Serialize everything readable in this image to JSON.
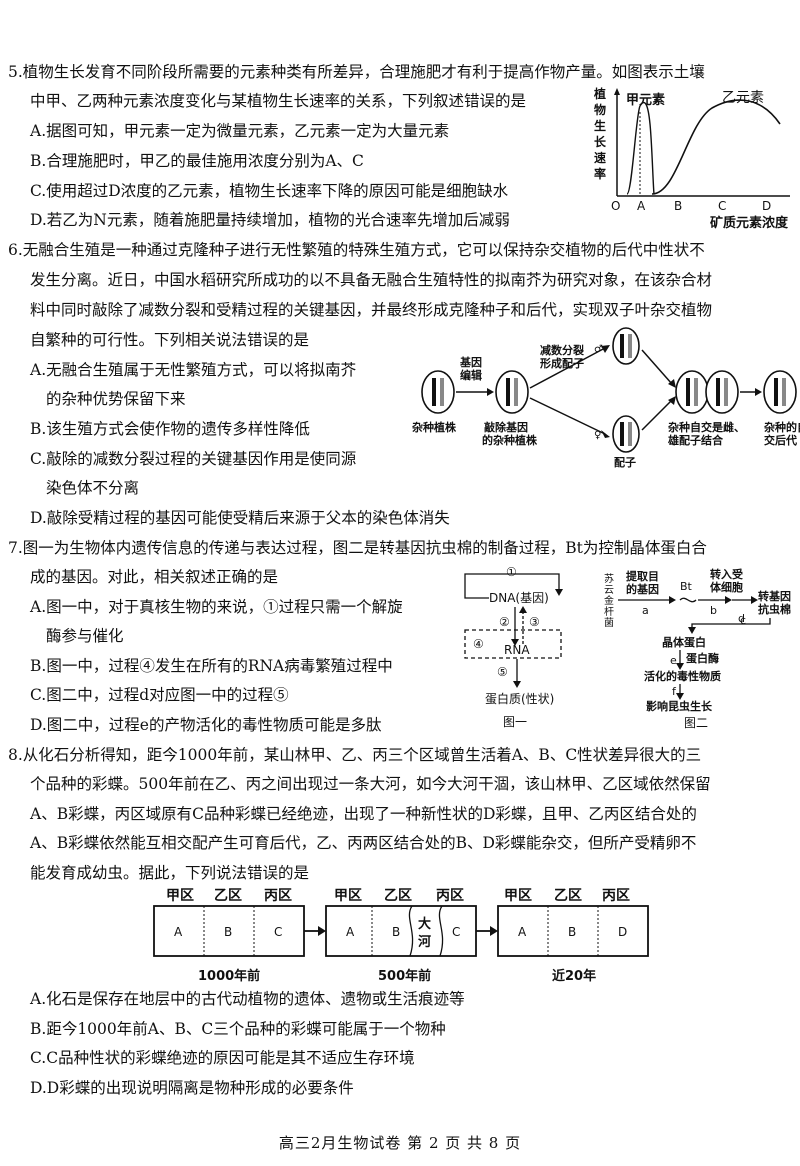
{
  "q5": {
    "l1": "5.植物生长发育不同阶段所需要的元素种类有所差异，合理施肥才有利于提高作物产量。如图表示土壤",
    "l2": "中甲、乙两种元素浓度变化与某植物生长速率的关系，下列叙述错误的是",
    "A": "A.据图可知，甲元素一定为微量元素，乙元素一定为大量元素",
    "B": "B.合理施肥时，甲乙的最佳施用浓度分别为A、C",
    "C": "C.使用超过D浓度的乙元素，植物生长速率下降的原因可能是细胞缺水",
    "D": "D.若乙为N元素，随着施肥量持续增加，植物的光合速率先增加后减弱",
    "chart": {
      "ylabel": "植物生长速率",
      "xlabel": "矿质元素浓度",
      "series_jia": "甲元素",
      "series_yi": "乙元素",
      "ticks": [
        "O",
        "A",
        "B",
        "C",
        "D"
      ]
    }
  },
  "q6": {
    "l1": "6.无融合生殖是一种通过克隆种子进行无性繁殖的特殊生殖方式，它可以保持杂交植物的后代中性状不",
    "l2": "发生分离。近日，中国水稻研究所成功的以不具备无融合生殖特性的拟南芥为研究对象，在该杂合材",
    "l3": "料中同时敲除了减数分裂和受精过程的关键基因，并最终形成克隆种子和后代，实现双子叶杂交植物",
    "l4": "自繁种的可行性。下列相关说法错误的是",
    "A1": "A.无融合生殖属于无性繁殖方式，可以将拟南芥",
    "A2": "的杂种优势保留下来",
    "B": "B.该生殖方式会使作物的遗传多样性降低",
    "C1": "C.敲除的减数分裂过程的关键基因作用是使同源",
    "C2": "染色体不分离",
    "D": "D.敲除受精过程的基因可能使受精后来源于父本的染色体消失",
    "diagram": {
      "edit": [
        "基因",
        "编辑"
      ],
      "meiosis": [
        "减数分裂",
        "形成配子"
      ],
      "hybrid": "杂种植株",
      "knockout": [
        "敲除基因",
        "的杂种植株"
      ],
      "gamete": "配子",
      "selfing": [
        "杂种自交是雌、",
        "雄配子结合"
      ],
      "offspring": [
        "杂种的自",
        "交后代"
      ],
      "male": "♂",
      "female": "♀"
    }
  },
  "q7": {
    "l1": "7.图一为生物体内遗传信息的传递与表达过程，图二是转基因抗虫棉的制备过程，Bt为控制晶体蛋白合",
    "l2": "成的基因。对此，相关叙述正确的是",
    "A1": "A.图一中，对于真核生物的来说，①过程只需一个解旋",
    "A2": "酶参与催化",
    "B": "B.图一中，过程④发生在所有的RNA病毒繁殖过程中",
    "C": "C.图二中，过程d对应图一中的过程⑤",
    "D": "D.图二中，过程e的产物活化的毒性物质可能是多肽",
    "fig1": {
      "n1": "①",
      "n2": "②",
      "n3": "③",
      "n4": "④",
      "n5": "⑤",
      "dna": "DNA(基因)",
      "rna": "RNA",
      "protein": "蛋白质(性状)",
      "caption": "图一"
    },
    "fig2": {
      "source": [
        "苏",
        "云",
        "金",
        "杆",
        "菌"
      ],
      "extract": [
        "提取目",
        "的基因"
      ],
      "bt": "Bt",
      "transfer": [
        "转入受",
        "体细胞"
      ],
      "cotton": [
        "转基因",
        "抗虫棉"
      ],
      "a": "a",
      "b": "b",
      "c": "c",
      "d": "d",
      "e": "e",
      "f": "f",
      "crystal": "晶体蛋白",
      "enzyme": "蛋白酶",
      "toxin": "活化的毒性物质",
      "effect": "影响昆虫生长",
      "caption": "图二"
    }
  },
  "q8": {
    "l1": "8.从化石分析得知，距今1000年前，某山林甲、乙、丙三个区域曾生活着A、B、C性状差异很大的三",
    "l2": "个品种的彩蝶。500年前在乙、丙之间出现过一条大河，如今大河干涸，该山林甲、乙区域依然保留",
    "l3": "A、B彩蝶，丙区域原有C品种彩蝶已经绝迹，出现了一种新性状的D彩蝶，且甲、乙丙区结合处的",
    "l4": "A、B彩蝶依然能互相交配产生可育后代，乙、丙两区结合处的B、D彩蝶能杂交，但所产受精卵不",
    "l5": "能发育成幼虫。据此，下列说法错误的是",
    "A": "A.化石是保存在地层中的古代动植物的遗体、遗物或生活痕迹等",
    "B": "B.距今1000年前A、B、C三个品种的彩蝶可能属于一个物种",
    "C": "C.C品种性状的彩蝶绝迹的原因可能是其不适应生存环境",
    "D": "D.D彩蝶的出现说明隔离是物种形成的必要条件",
    "fig": {
      "zones": [
        "甲区",
        "乙区",
        "丙区"
      ],
      "p1": [
        "A",
        "B",
        "C"
      ],
      "p2": [
        "A",
        "B",
        "C"
      ],
      "p3": [
        "A",
        "B",
        "D"
      ],
      "river": [
        "大",
        "河"
      ],
      "t1": "1000年前",
      "t2": "500年前",
      "t3": "近20年"
    }
  },
  "footer": "高三2月生物试卷 第 2 页 共 8 页"
}
